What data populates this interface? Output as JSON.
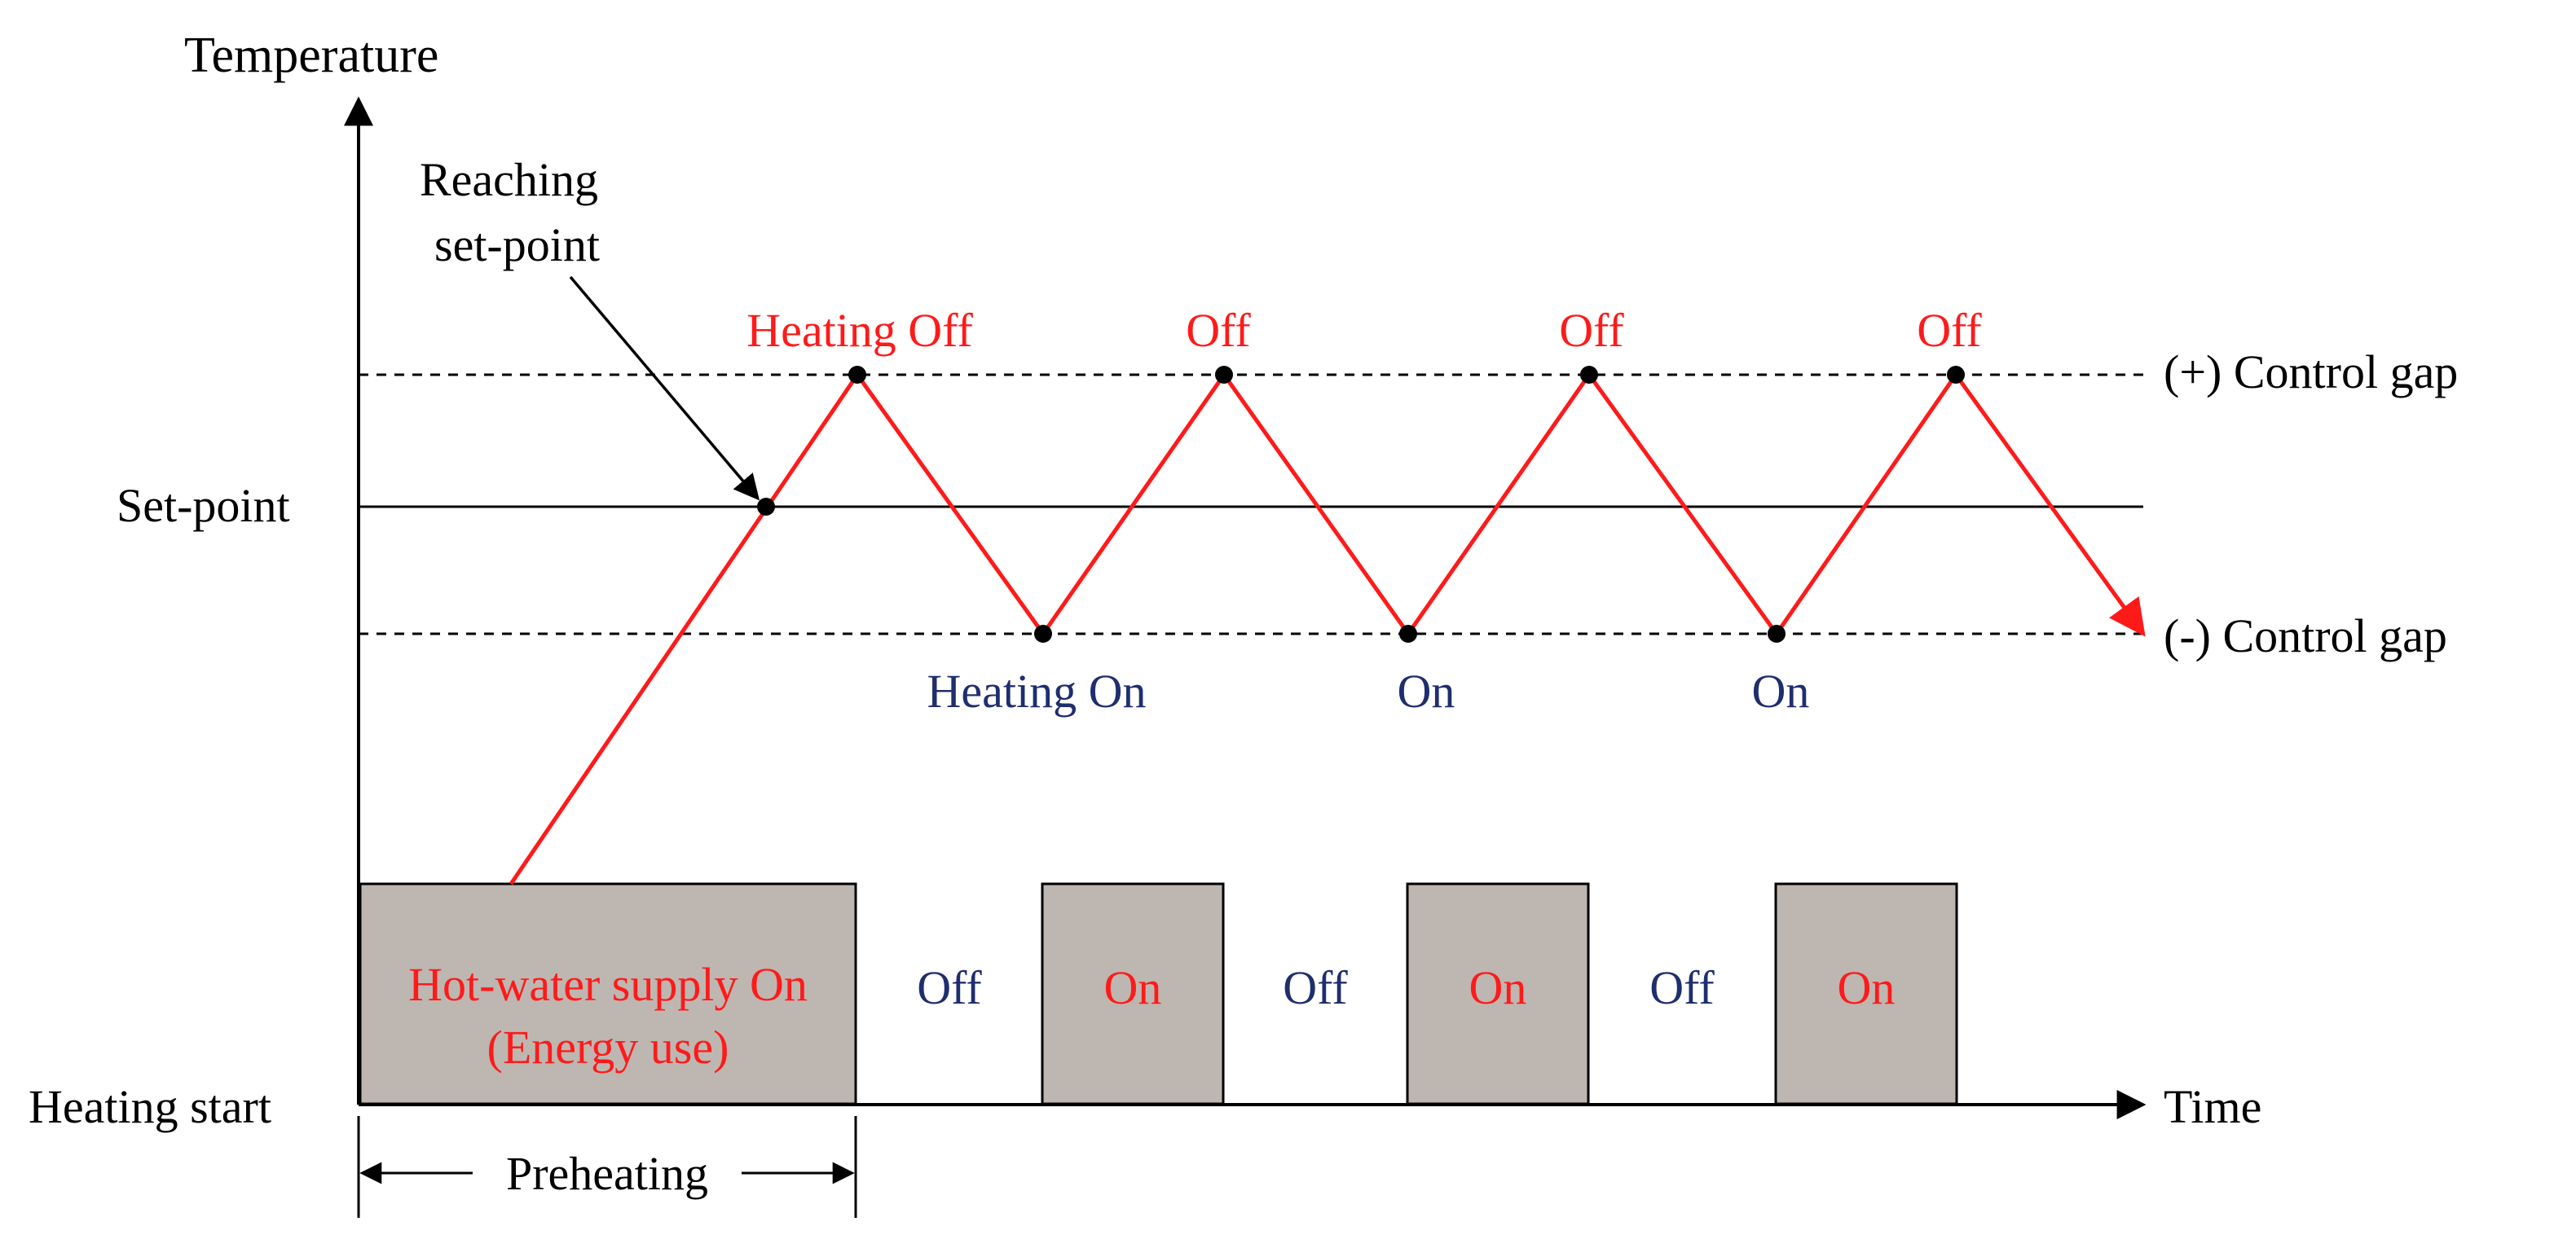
{
  "axes": {
    "y_label": "Temperature",
    "x_label": "Time",
    "origin_label": "Heating start",
    "setpoint_label": "Set-point",
    "upper_gap_label": "(+) Control gap",
    "lower_gap_label": "(-) Control gap"
  },
  "annotations": {
    "reaching_line1": "Reaching",
    "reaching_line2": "set-point",
    "preheating": "Preheating"
  },
  "peak_labels": [
    "Heating Off",
    "Off",
    "Off",
    "Off"
  ],
  "trough_labels": [
    "Heating On",
    "On",
    "On"
  ],
  "supply_bars": {
    "first_line1": "Hot-water supply On",
    "first_line2": "(Energy use)",
    "on_labels": [
      "On",
      "On",
      "On"
    ],
    "off_labels": [
      "Off",
      "Off",
      "Off"
    ]
  },
  "colors": {
    "curve": "#ff1a1a",
    "on_text": "#ff1a1a",
    "off_text": "#1f2e6e",
    "bar_fill": "#beb6b1",
    "axis": "#000000"
  }
}
